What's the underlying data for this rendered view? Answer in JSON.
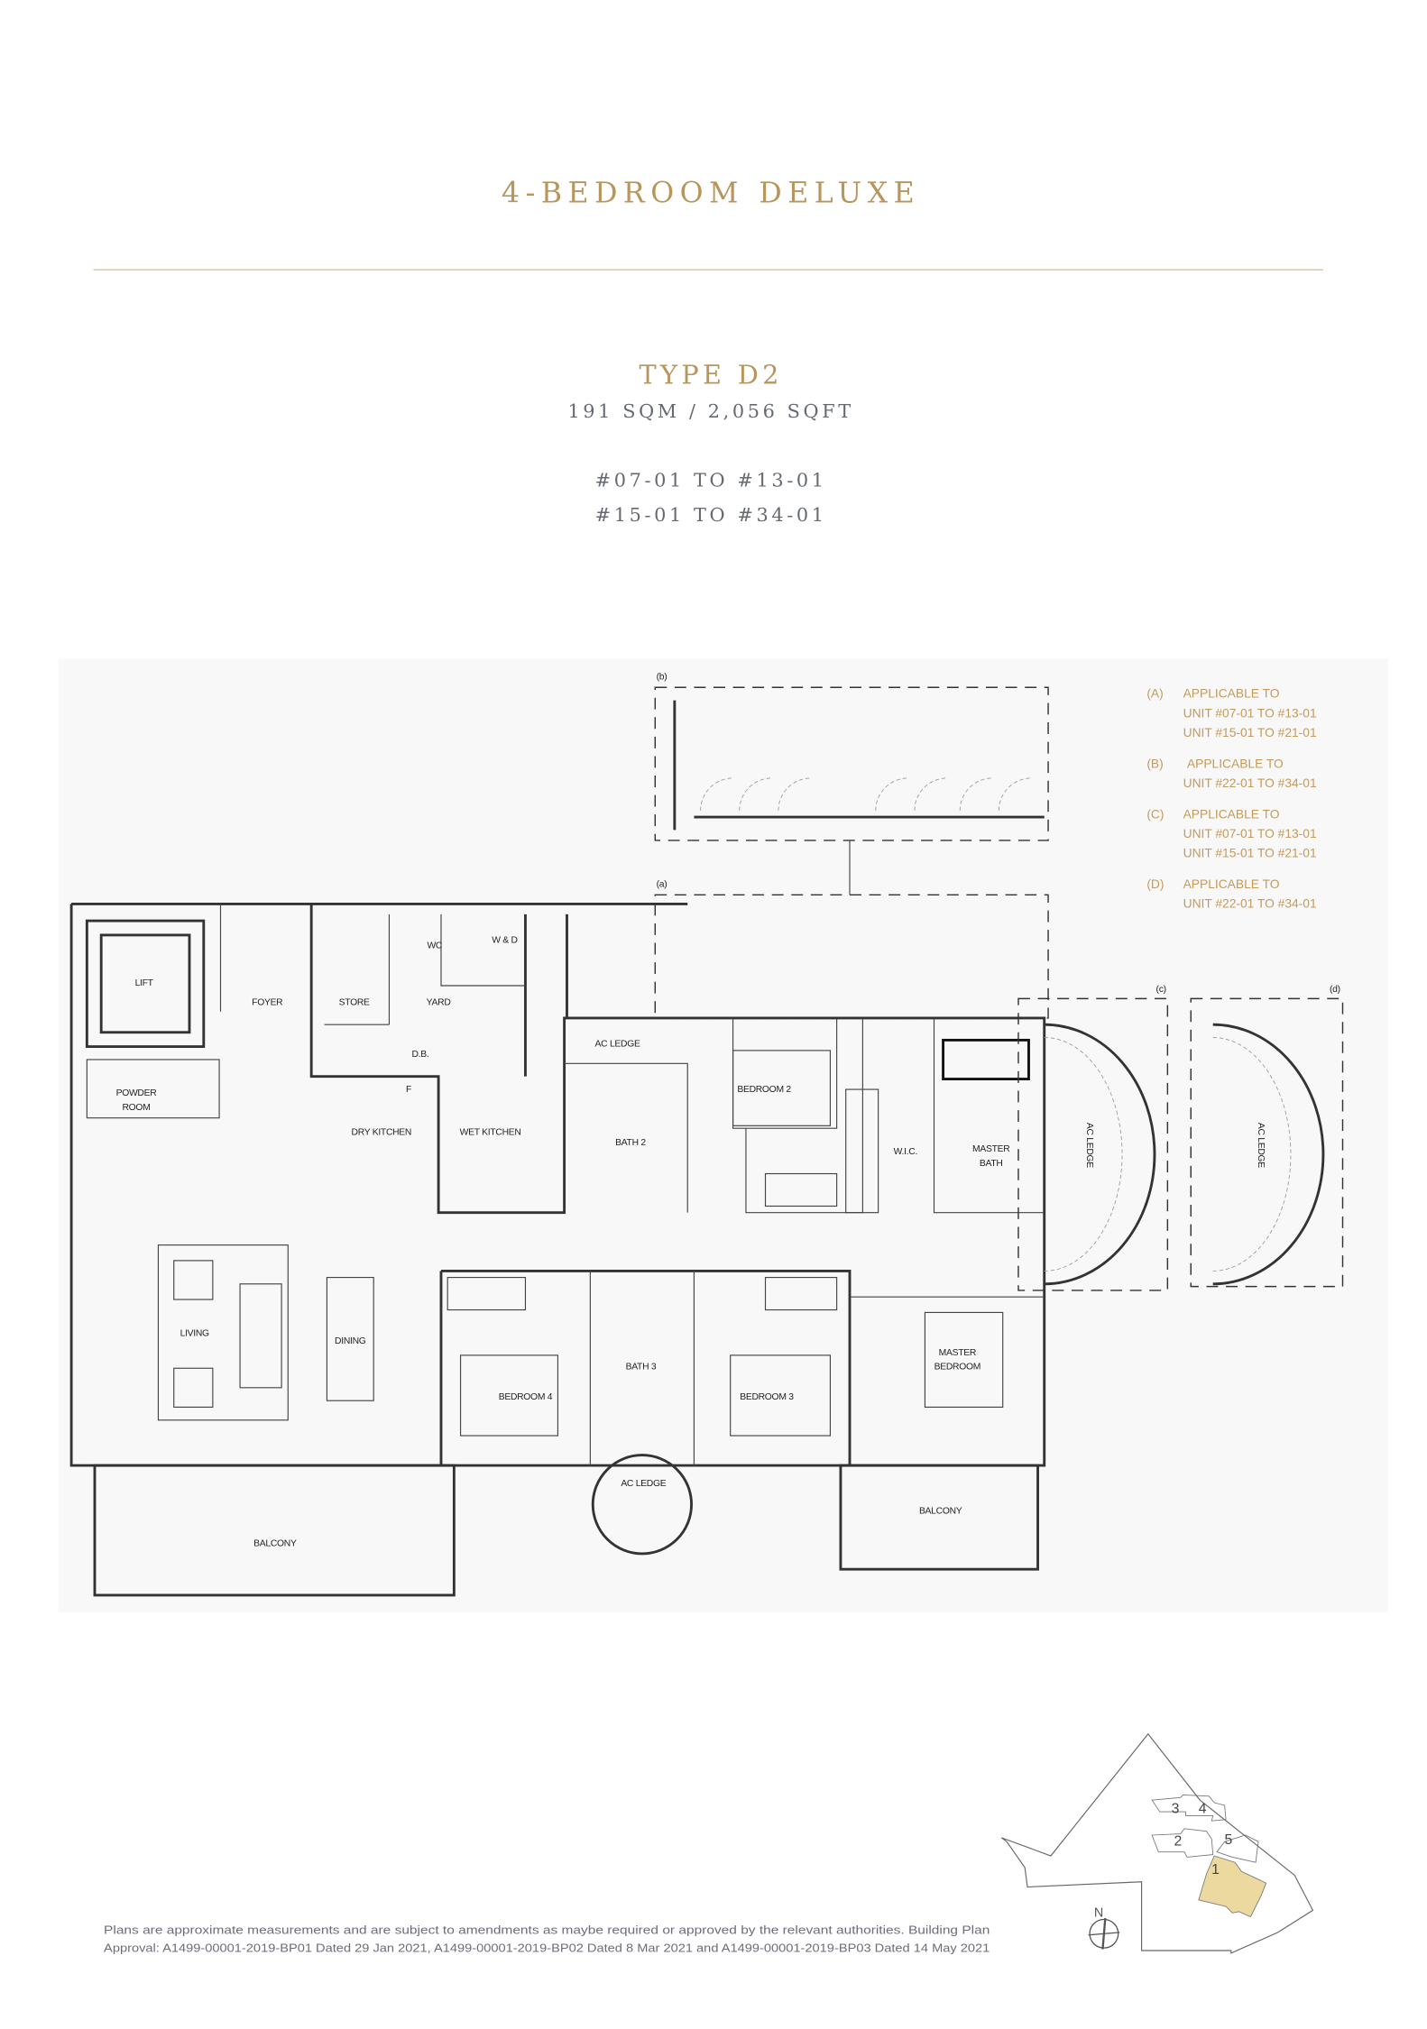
{
  "header": {
    "title": "4-BEDROOM DELUXE",
    "type": "TYPE D2",
    "area": "191 SQM / 2,056 SQFT",
    "units": [
      "#07-01 TO #13-01",
      "#15-01 TO #34-01"
    ]
  },
  "plan": {
    "rooms": {
      "lift": "LIFT",
      "foyer": "FOYER",
      "store": "STORE",
      "yard": "YARD",
      "wc": "WC",
      "wd": "W & D",
      "db": "D.B.",
      "fridge": "F",
      "ac_ledge_top": "AC LEDGE",
      "bedroom2": "BEDROOM 2",
      "powder1": "POWDER",
      "powder2": "ROOM",
      "dry_kitchen": "DRY KITCHEN",
      "wet_kitchen": "WET KITCHEN",
      "bath2": "BATH 2",
      "wic": "W.I.C.",
      "master_bath1": "MASTER",
      "master_bath2": "BATH",
      "ac_ledge_c": "AC LEDGE",
      "ac_ledge_d": "AC LEDGE",
      "living": "LIVING",
      "dining": "DINING",
      "bath3": "BATH 3",
      "master_bedroom1": "MASTER",
      "master_bedroom2": "BEDROOM",
      "bedroom4": "BEDROOM 4",
      "bedroom3": "BEDROOM 3",
      "ac_ledge_bottom": "AC LEDGE",
      "balcony_left": "BALCONY",
      "balcony_right": "BALCONY"
    },
    "markers": {
      "a": "(a)",
      "b": "(b)",
      "c": "(c)",
      "d": "(d)"
    }
  },
  "legend": [
    {
      "key": "(A)",
      "lines": [
        "APPLICABLE TO",
        "UNIT #07-01 TO #13-01",
        "UNIT #15-01 TO #21-01"
      ]
    },
    {
      "key": "(B)",
      "lines": [
        "APPLICABLE TO",
        "UNIT #22-01 TO #34-01"
      ]
    },
    {
      "key": "(C)",
      "lines": [
        "APPLICABLE TO",
        "UNIT #07-01 TO #13-01",
        "UNIT #15-01 TO #21-01"
      ]
    },
    {
      "key": "(D)",
      "lines": [
        "APPLICABLE TO",
        "UNIT #22-01 TO #34-01"
      ]
    }
  ],
  "site_plan": {
    "blocks": [
      "1",
      "2",
      "3",
      "4",
      "5"
    ],
    "north": "N",
    "highlight_color": "#ecd9a0"
  },
  "footer": {
    "line1": "Plans are approximate measurements and are subject to amendments as maybe required or approved by the relevant authorities. Building Plan",
    "line2": "Approval: A1499-00001-2019-BP01 Dated 29 Jan 2021, A1499-00001-2019-BP02 Dated 8 Mar 2021 and A1499-00001-2019-BP03 Dated 14 May 2021"
  }
}
